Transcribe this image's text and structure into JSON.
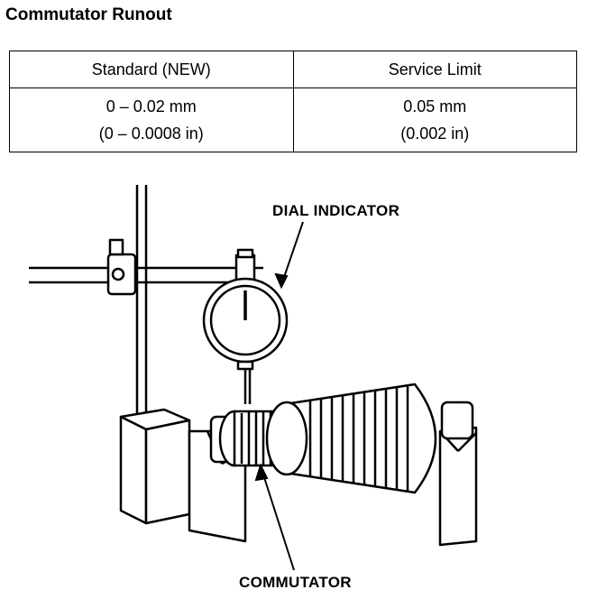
{
  "title": "Commutator Runout",
  "table": {
    "headers": [
      "Standard (NEW)",
      "Service Limit"
    ],
    "standard": {
      "metric": "0 – 0.02 mm",
      "imperial": "(0 – 0.0008 in)"
    },
    "service_limit": {
      "metric": "0.05 mm",
      "imperial": "(0.002 in)"
    }
  },
  "labels": {
    "dial_indicator": "DIAL INDICATOR",
    "commutator": "COMMUTATOR"
  }
}
